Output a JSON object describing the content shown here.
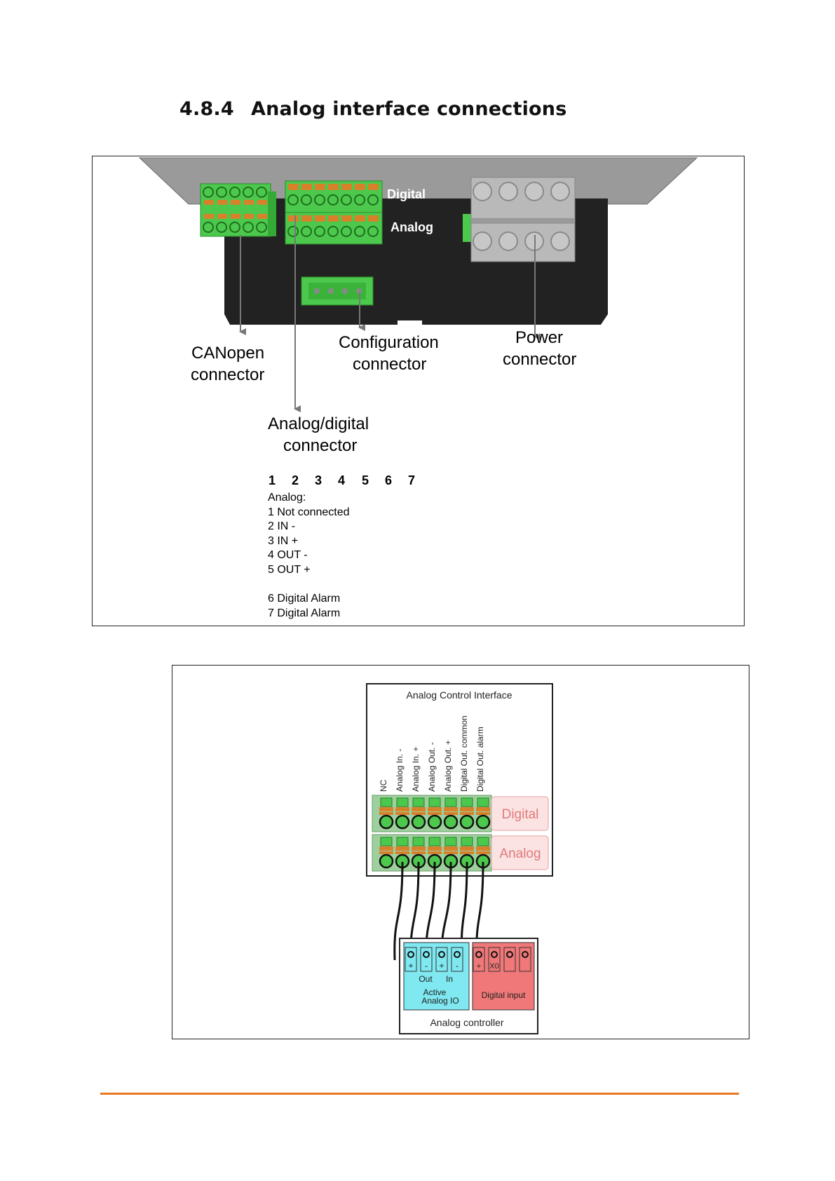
{
  "heading": {
    "number": "4.8.4",
    "title": "Analog interface connections"
  },
  "figure1": {
    "labels": {
      "digital": "Digital",
      "analog": "Analog",
      "canopen_l1": "CANopen",
      "canopen_l2": "connector",
      "config_l1": "Configuration",
      "config_l2": "connector",
      "power_l1": "Power",
      "power_l2": "connector",
      "ad_l1": "Analog/digital",
      "ad_l2": "connector"
    },
    "pin_numbers": [
      "1",
      "2",
      "3",
      "4",
      "5",
      "6",
      "7"
    ],
    "analog_title": "Analog:",
    "pin_list": [
      "1 Not connected",
      "2 IN -",
      "3 IN +",
      "4 OUT -",
      "5 OUT +"
    ],
    "alarm_list": [
      "6 Digital Alarm",
      "7 Digital Alarm"
    ]
  },
  "figure2": {
    "interface_title": "Analog Control Interface",
    "pin_labels": [
      "NC",
      "Analog In. -",
      "Analog In. +",
      "Analog Out. -",
      "Analog Out. +",
      "Digital Out. common",
      "Digital Out. alarm"
    ],
    "row_digital": "Digital",
    "row_analog": "Analog",
    "cyan_terms": [
      "+",
      "-",
      "+",
      "-"
    ],
    "red_terms": [
      "+",
      "X0"
    ],
    "out_label": "Out",
    "in_label": "In",
    "active_l1": "Active",
    "active_l2": "Analog IO",
    "digital_input": "Digital input",
    "controller_title": "Analog controller"
  },
  "colors": {
    "accent": "#e87722",
    "green": "#4cc94c",
    "orange": "#d9802a",
    "cyan": "#7fe8f0",
    "red": "#f07878"
  }
}
